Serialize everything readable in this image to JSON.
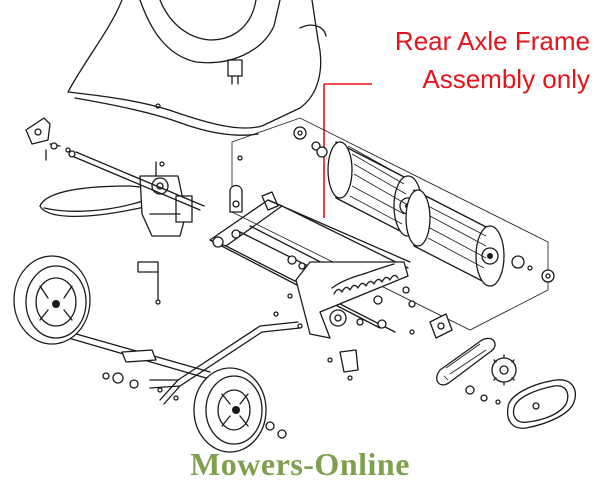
{
  "callout": {
    "line1": "Rear Axle Frame",
    "line2": "Assembly only",
    "color": "#e3141c"
  },
  "watermark": {
    "text": "Mowers-Online",
    "color": "#7ea04e"
  }
}
